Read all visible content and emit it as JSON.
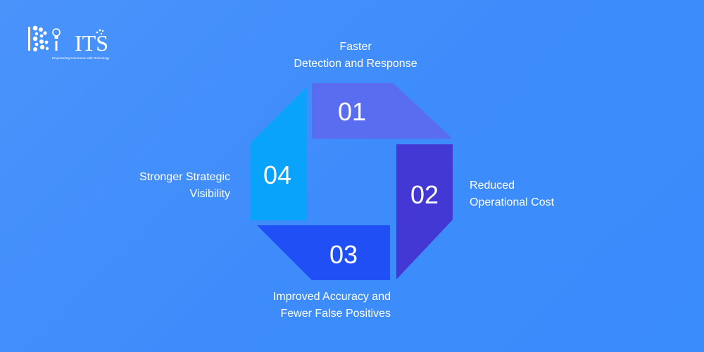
{
  "logo": {
    "text": "ITS",
    "tagline": "Empowering Commerce with Technology"
  },
  "steps": [
    {
      "number": "01",
      "label_line1": "Faster",
      "label_line2": "Detection and Response",
      "color": "#5a6cf0"
    },
    {
      "number": "02",
      "label_line1": "Reduced",
      "label_line2": "Operational Cost",
      "color": "#4338d3"
    },
    {
      "number": "03",
      "label_line1": "Improved Accuracy and",
      "label_line2": "Fewer False Positives",
      "color": "#1f4ff5"
    },
    {
      "number": "04",
      "label_line1": "Stronger Strategic",
      "label_line2": "Visibility",
      "color": "#0aa3fb"
    }
  ],
  "colors": {
    "background": "#3e8cfb",
    "text": "#ffffff"
  }
}
